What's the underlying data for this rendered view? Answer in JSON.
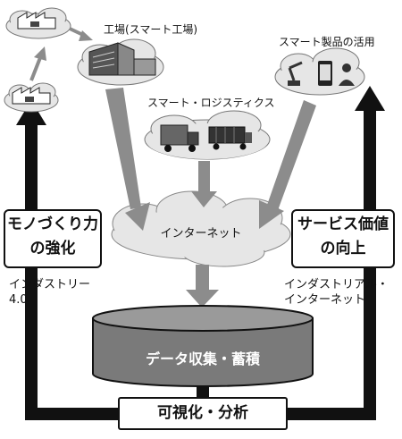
{
  "labels": {
    "factory": "工場(スマート工場)",
    "smart_products": "スマート製品の活用",
    "logistics": "スマート・ロジスティクス",
    "internet": "インターネット",
    "data_store": "データ収集・蓄積",
    "visualize": "可視化・分析",
    "left_box": [
      "モノづくり力",
      "の強化"
    ],
    "right_box": [
      "サービス価値",
      "の向上"
    ],
    "left_caption": [
      "インダストリー",
      "4.0"
    ],
    "right_caption": [
      "インダストリアル・",
      "インターネット"
    ]
  },
  "colors": {
    "arrow_gray": "#8c8c8c",
    "dark": "#111111",
    "cloud_fill": "#e6e6e6",
    "db_fill": "#7a7a7a"
  }
}
